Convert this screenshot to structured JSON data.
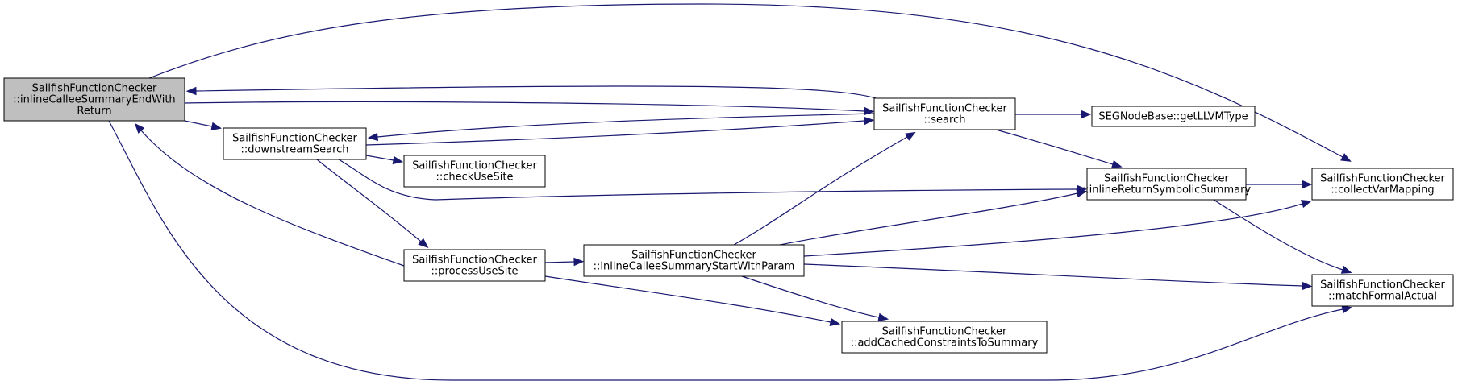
{
  "diagram": {
    "type": "call-graph",
    "colors": {
      "edge": "#191970",
      "highlight_node_fill": "#bfbfbf",
      "node_fill": "#ffffff"
    },
    "nodes": [
      {
        "id": "n0",
        "lines": [
          "SailfishFunctionChecker",
          "::inlineCalleeSummaryEndWith",
          "Return"
        ],
        "highlighted": true
      },
      {
        "id": "n1",
        "lines": [
          "SailfishFunctionChecker",
          "::downstreamSearch"
        ]
      },
      {
        "id": "n2",
        "lines": [
          "SailfishFunctionChecker",
          "::checkUseSite"
        ]
      },
      {
        "id": "n3",
        "lines": [
          "SailfishFunctionChecker",
          "::processUseSite"
        ]
      },
      {
        "id": "n4",
        "lines": [
          "SailfishFunctionChecker",
          "::inlineCalleeSummaryStartWithParam"
        ]
      },
      {
        "id": "n5",
        "lines": [
          "SailfishFunctionChecker",
          "::search"
        ]
      },
      {
        "id": "n6",
        "lines": [
          "SEGNodeBase::getLLVMType"
        ]
      },
      {
        "id": "n7",
        "lines": [
          "SailfishFunctionChecker",
          "::inlineReturnSymbolicSummary"
        ]
      },
      {
        "id": "n8",
        "lines": [
          "SailfishFunctionChecker",
          "::collectVarMapping"
        ]
      },
      {
        "id": "n9",
        "lines": [
          "SailfishFunctionChecker",
          "::matchFormalActual"
        ]
      },
      {
        "id": "n10",
        "lines": [
          "SailfishFunctionChecker",
          "::addCachedConstraintsToSummary"
        ]
      }
    ],
    "edges": [
      {
        "from": "n0",
        "to": "n8"
      },
      {
        "from": "n0",
        "to": "n5"
      },
      {
        "from": "n5",
        "to": "n0"
      },
      {
        "from": "n0",
        "to": "n1"
      },
      {
        "from": "n1",
        "to": "n5"
      },
      {
        "from": "n5",
        "to": "n1"
      },
      {
        "from": "n1",
        "to": "n2"
      },
      {
        "from": "n1",
        "to": "n3"
      },
      {
        "from": "n1",
        "to": "n7"
      },
      {
        "from": "n3",
        "to": "n0"
      },
      {
        "from": "n0",
        "to": "n9"
      },
      {
        "from": "n5",
        "to": "n6"
      },
      {
        "from": "n5",
        "to": "n7"
      },
      {
        "from": "n3",
        "to": "n4"
      },
      {
        "from": "n3",
        "to": "n10"
      },
      {
        "from": "n4",
        "to": "n5"
      },
      {
        "from": "n4",
        "to": "n7"
      },
      {
        "from": "n4",
        "to": "n8"
      },
      {
        "from": "n4",
        "to": "n9"
      },
      {
        "from": "n4",
        "to": "n10"
      },
      {
        "from": "n7",
        "to": "n8"
      },
      {
        "from": "n7",
        "to": "n9"
      }
    ]
  }
}
